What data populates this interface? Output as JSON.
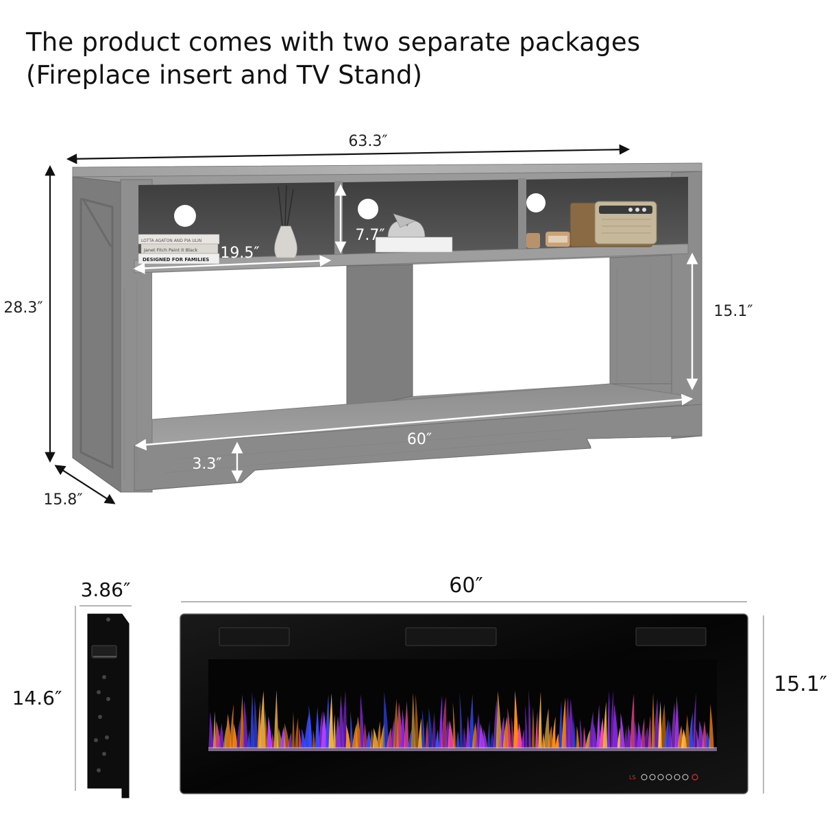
{
  "header": {
    "line1": "The product comes with two separate packages",
    "line2": "(Fireplace insert and TV Stand)"
  },
  "tv_stand": {
    "dimensions": {
      "width": "63.3″",
      "height": "28.3″",
      "depth": "15.8″",
      "inner_height": "15.1″",
      "inner_width": "60″",
      "shelf_width": "19.5″",
      "shelf_height": "7.7″",
      "base_clearance": "3.3″"
    },
    "book_spines": [
      "LOTTA AGATON AND PIA ULIN",
      "Janet Fitch   Paint It Black",
      "DESIGNED FOR FAMILIES"
    ],
    "colors": {
      "wood_light": "#a6a6a6",
      "wood_mid": "#8a8a8a",
      "wood_dark": "#5f5f5f",
      "interior": "#4a4a4a"
    }
  },
  "fireplace": {
    "dimensions": {
      "width": "60″",
      "height": "15.1″",
      "depth": "3.86″",
      "side_height": "14.6″"
    },
    "control_label": "LS",
    "colors": {
      "frame": "#0b0b0b",
      "flame_purple": "#8a2be2",
      "flame_orange": "#ff8c1a",
      "flame_blue": "#3a4cff",
      "control_red": "#e0302a"
    }
  }
}
